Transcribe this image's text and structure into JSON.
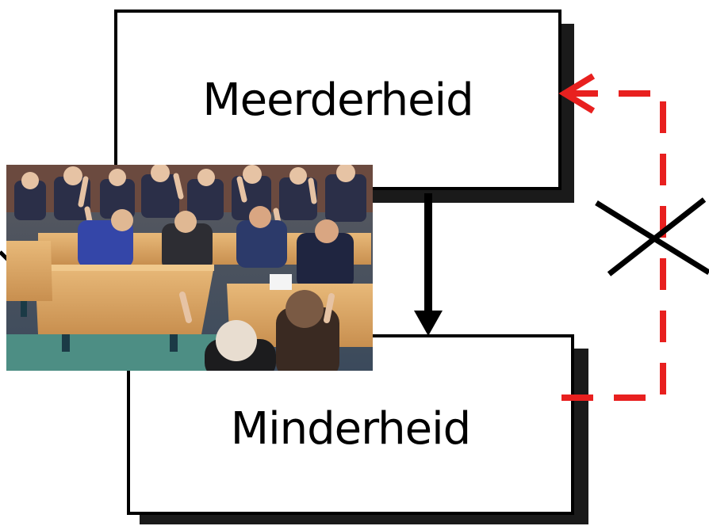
{
  "diagram": {
    "top_box_label": "Meerderheid",
    "bottom_box_label": "Minderheid"
  },
  "colors": {
    "box_border": "#000000",
    "shadow": "#1a1a1a",
    "arrow_solid": "#000000",
    "arrow_dashed": "#e8201f",
    "cross": "#000000"
  },
  "icons": {
    "cross": "cross-icon",
    "photo": "parliament-vote-photo"
  }
}
